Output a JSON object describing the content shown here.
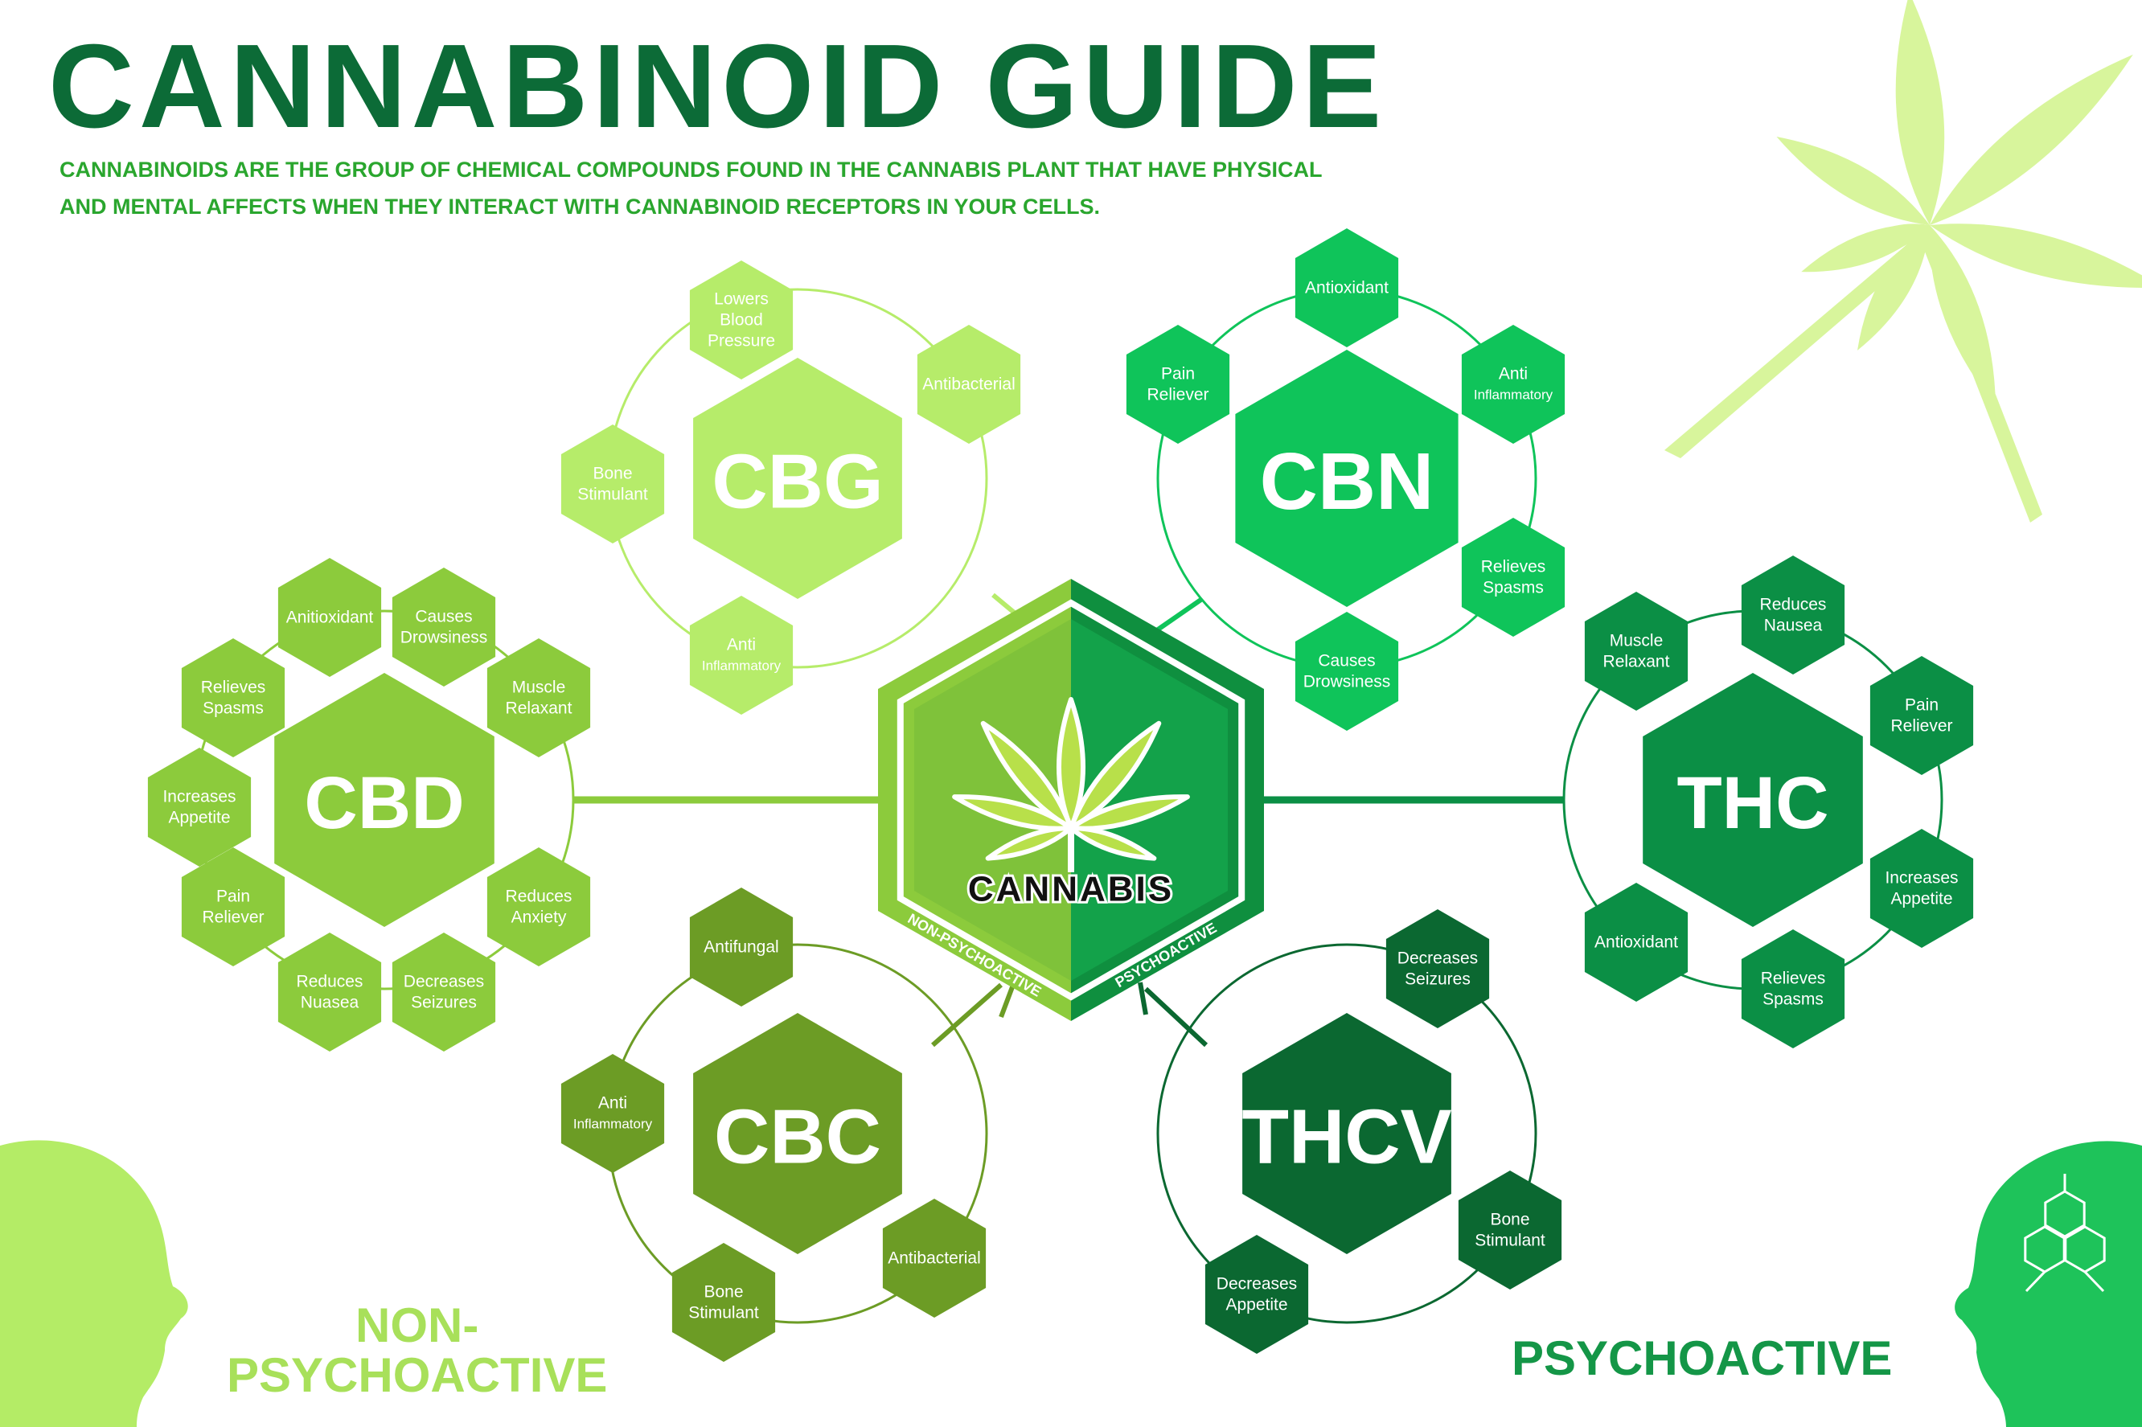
{
  "title": "CANNABINOID  GUIDE",
  "intro": {
    "line1": "CANNABINOIDS ARE THE GROUP OF CHEMICAL COMPOUNDS FOUND IN THE CANNABIS PLANT THAT HAVE PHYSICAL",
    "line2": "AND MENTAL AFFECTS WHEN THEY INTERACT WITH CANNABINOID RECEPTORS IN YOUR CELLS."
  },
  "center": {
    "label": "CANNABIS",
    "left_tag": "NON-PSYCHOACTIVE",
    "right_tag": "PSYCHOACTIVE"
  },
  "colors": {
    "title": "#0c6b37",
    "intro": "#2aa62e",
    "leaf": "#d8f59c",
    "non_psychoactive_label": "#a8e05a",
    "psychoactive_label": "#149647",
    "head_left": "#b4ec66",
    "head_right": "#1ec35a",
    "cbg": "#b6ec6a",
    "cbd": "#8ccb3c",
    "cbc": "#6c9c25",
    "cbn": "#0fc45a",
    "thc": "#0b8f45",
    "thcv": "#0b6831"
  },
  "icons": {
    "leaf": "cannabis-leaf-icon",
    "molecule": "hexagon-molecule-icon",
    "head": "head-silhouette-icon"
  },
  "compounds": [
    {
      "id": "cbg",
      "name": "CBG",
      "effects": [
        "Lowers Blood Pressure",
        "Antibacterial",
        "Anti Inflammatory",
        "Bone Stimulant"
      ]
    },
    {
      "id": "cbn",
      "name": "CBN",
      "effects": [
        "Antioxidant",
        "Anti Inflammatory",
        "Relieves Spasms",
        "Causes Drowsiness",
        "Pain Reliever"
      ]
    },
    {
      "id": "cbd",
      "name": "CBD",
      "effects": [
        "Anitioxidant",
        "Causes Drowsiness",
        "Muscle Relaxant",
        "Reduces Anxiety",
        "Decreases Seizures",
        "Reduces Nuasea",
        "Pain Reliever",
        "Increases Appetite",
        "Relieves Spasms"
      ]
    },
    {
      "id": "thc",
      "name": "THC",
      "effects": [
        "Reduces Nausea",
        "Pain Reliever",
        "Increases Appetite",
        "Relieves Spasms",
        "Antioxidant",
        "Muscle Relaxant"
      ]
    },
    {
      "id": "cbc",
      "name": "CBC",
      "effects": [
        "Antifungal",
        "Antibacterial",
        "Bone Stimulant",
        "Anti Inflammatory"
      ]
    },
    {
      "id": "thcv",
      "name": "THCV",
      "effects": [
        "Decreases Seizures",
        "Bone Stimulant",
        "Decreases Appetite"
      ]
    }
  ],
  "footer": {
    "non_psychoactive_line1": "NON-",
    "non_psychoactive_line2": "PSYCHOACTIVE",
    "psychoactive": "PSYCHOACTIVE"
  }
}
